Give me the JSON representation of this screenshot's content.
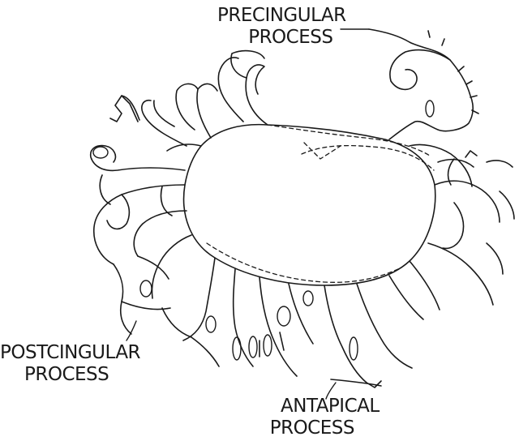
{
  "labels": {
    "precingular": [
      "PRECINGULAR",
      "PROCESS"
    ],
    "postcingular": [
      "POSTCINGULAR",
      "PROCESS"
    ],
    "antapical": [
      "ANTAPICAL",
      "PROCESS"
    ]
  },
  "colors": {
    "ink": "#1a1a1a",
    "background": "#ffffff"
  }
}
